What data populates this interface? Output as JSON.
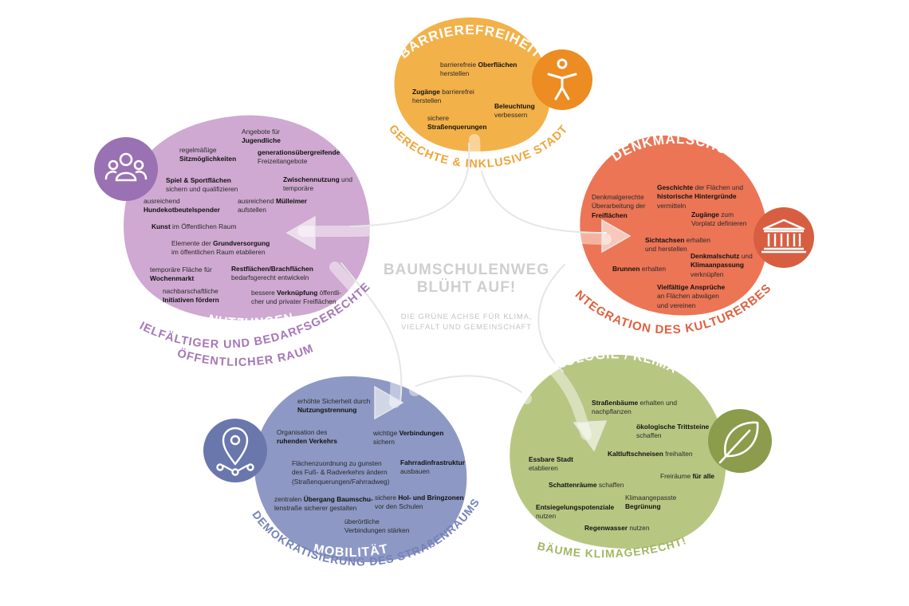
{
  "center": {
    "title_line1": "BAUMSCHULENWEG",
    "title_line2": "BLÜHT AUF!",
    "subtitle_line1": "DIE GRÜNE ACHSE FÜR KLIMA,",
    "subtitle_line2": "VIELFALT UND GEMEINSCHAFT"
  },
  "colors": {
    "nutzungen": "#cfa9d2",
    "nutzungen_dark": "#9a71b3",
    "barriere": "#f3b149",
    "barriere_dark": "#ec8c22",
    "denkmal": "#ec7555",
    "denkmal_dark": "#d75e41",
    "oekologie": "#b7c782",
    "oekologie_dark": "#8b9c4c",
    "mobilitaet": "#8d98c4",
    "mobilitaet_dark": "#6a77ad"
  },
  "barrierefreiheit": {
    "title": "BARRIEREFREIHEIT",
    "subtitle": "GERECHTE & INKLUSIVE STADT",
    "icon": "accessibility-person-icon",
    "items": [
      {
        "pre": "barrierefreie ",
        "bold": "Oberflächen",
        "post": "",
        "line2": "herstellen"
      },
      {
        "pre": "",
        "bold": "Zugänge",
        "post": " barrierefrei",
        "line2": "herstellen"
      },
      {
        "pre": "",
        "bold": "Beleuchtung",
        "post": "",
        "line2": "verbessern"
      },
      {
        "pre": "sichere",
        "bold": "",
        "post": "",
        "line2": "Straßenquerungen"
      }
    ]
  },
  "nutzungen": {
    "title": "NUTZUNGEN",
    "subtitle_line1": "VIELFÄLTIGER UND BEDARFSGERECHTER",
    "subtitle_line2": "ÖFFENTLICHER RAUM",
    "icon": "people-group-icon",
    "items": [
      {
        "pre": "Angebote für",
        "bold": "",
        "post": "",
        "line2": "Jugendliche"
      },
      {
        "pre": "regelmäßige",
        "bold": "",
        "post": "",
        "line2": "Sitzmöglichkeiten"
      },
      {
        "pre": "",
        "bold": "generationsübergreifende",
        "post": "",
        "line2": "Freizeitangebote"
      },
      {
        "pre": "",
        "bold": "Spiel & Sportflächen",
        "post": "",
        "line2": "sichern und qualifizieren"
      },
      {
        "pre": "",
        "bold": "Zwischennutzung",
        "post": " und",
        "line2": "temporäre"
      },
      {
        "pre": "ausreichend",
        "bold": "",
        "post": "",
        "line2": "Hundekotbeutelspender"
      },
      {
        "pre": "ausreichend ",
        "bold": "Mülleimer",
        "post": "",
        "line2": "aufstellen"
      },
      {
        "pre": "",
        "bold": "Kunst",
        "post": " im Öffentlichen Raum",
        "line2": ""
      },
      {
        "pre": "Elemente der ",
        "bold": "Grundversorgung",
        "post": "",
        "line2": "im öffentlichen Raum etablieren"
      },
      {
        "pre": "temporäre Fläche für",
        "bold": "",
        "post": "",
        "line2": "Wochenmarkt"
      },
      {
        "pre": "",
        "bold": "Restflächen/Brachflächen",
        "post": "",
        "line2": "bedarfsgerecht entwickeln"
      },
      {
        "pre": "nachbarschaftliche",
        "bold": "",
        "post": "",
        "line2": "Initiativen fördern"
      },
      {
        "pre": "bessere ",
        "bold": "Verknüpfung",
        "post": " öffentli-",
        "line2": "cher und privater Freiflächen"
      }
    ]
  },
  "denkmalschutz": {
    "title": "DENKMALSCHUTZ",
    "subtitle": "INTEGRATION DES KULTURERBES",
    "icon": "monument-building-icon",
    "items": [
      {
        "pre": "Denkmalgerechte",
        "bold": "",
        "post": "",
        "line2": "Überarbeitung der",
        "line3": "Freiflächen"
      },
      {
        "pre": "",
        "bold": "Geschichte",
        "post": " der Flächen und",
        "line2": "historische Hintergründe",
        "line3": "vermitteln"
      },
      {
        "pre": "",
        "bold": "Zugänge",
        "post": " zum",
        "line2": "Vorplatz definieren",
        "line3": ""
      },
      {
        "pre": "",
        "bold": "Sichtachsen",
        "post": " erhalten",
        "line2": "und herstellen",
        "line3": ""
      },
      {
        "pre": "",
        "bold": "Denkmalschutz",
        "post": " und",
        "line2": "Klimaanpassung",
        "line3": "verknüpfen"
      },
      {
        "pre": "",
        "bold": "Brunnen",
        "post": " erhalten",
        "line2": "",
        "line3": ""
      },
      {
        "pre": "",
        "bold": "Vielfältige Ansprüche",
        "post": "",
        "line2": "an Flächen abwägen",
        "line3": "und vereinen"
      }
    ]
  },
  "oekologie": {
    "title": "ÖKOLOGIE / KLIMA",
    "subtitle": "BÄUME KLIMAGERECHT!",
    "icon": "leaf-icon",
    "items": [
      {
        "pre": "",
        "bold": "Straßenbäume",
        "post": " erhalten und",
        "line2": "nachpflanzen"
      },
      {
        "pre": "",
        "bold": "ökologische Trittsteine",
        "post": "",
        "line2": "schaffen"
      },
      {
        "pre": "",
        "bold": "Kaltluftschneisen",
        "post": " freihalten",
        "line2": ""
      },
      {
        "pre": "",
        "bold": "Essbare Stadt",
        "post": "",
        "line2": "etablieren"
      },
      {
        "pre": "Freiräume ",
        "bold": "für alle",
        "post": "",
        "line2": ""
      },
      {
        "pre": "",
        "bold": "Schattenräume",
        "post": " schaffen",
        "line2": ""
      },
      {
        "pre": "Klimaangepasste",
        "bold": "",
        "post": "",
        "line2": "Begrünung"
      },
      {
        "pre": "",
        "bold": "Entsiegelungspotenziale",
        "post": "",
        "line2": "nutzen"
      },
      {
        "pre": "",
        "bold": "Regenwasser",
        "post": " nutzen",
        "line2": ""
      }
    ]
  },
  "mobilitaet": {
    "title": "MOBILITÄT",
    "subtitle": "DEMOKRATISIERUNG DES STRAßENRAUMS",
    "icon": "location-pin-network-icon",
    "items": [
      {
        "pre": "erhöhte Sicherheit durch",
        "bold": "",
        "post": "",
        "line2": "Nutzungstrennung"
      },
      {
        "pre": "Organisation des",
        "bold": "",
        "post": "",
        "line2": "ruhenden Verkehrs"
      },
      {
        "pre": "wichtige ",
        "bold": "Verbindungen",
        "post": "",
        "line2": "sichern"
      },
      {
        "pre": "Flächenzuordnung zu gunsten",
        "bold": "",
        "post": "",
        "line2": "des Fuß- & Radverkehrs ändern",
        "line3": "(Straßenquerungen/Fahrradweg)"
      },
      {
        "pre": "",
        "bold": "Fahrradinfrastruktur",
        "post": "",
        "line2": "ausbauen"
      },
      {
        "pre": "zentralen ",
        "bold": "Übergang Baumschu-",
        "post": "",
        "line2": "lenstraße sicherer gestalten"
      },
      {
        "pre": "sichere ",
        "bold": "Hol- und Bringzonen",
        "post": "",
        "line2": "vor den Schulen"
      },
      {
        "pre": "überörtliche",
        "bold": "",
        "post": "",
        "line2": "Verbindungen stärken"
      }
    ]
  }
}
